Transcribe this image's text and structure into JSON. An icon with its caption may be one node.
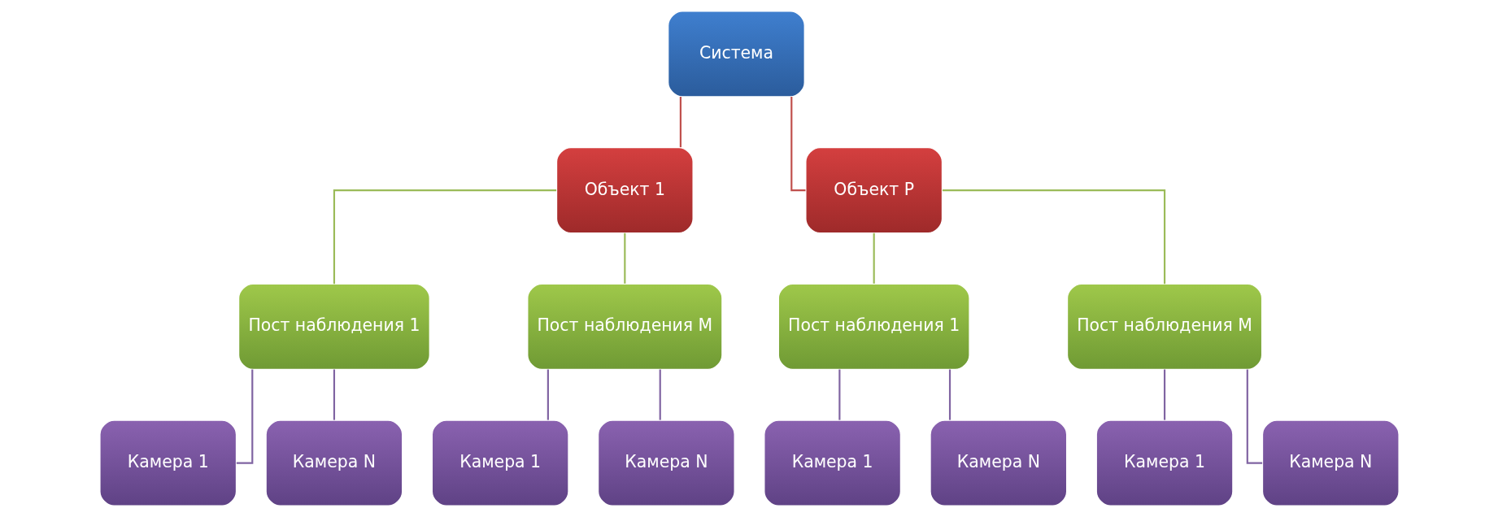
{
  "diagram": {
    "nodes": [
      {
        "text": [
          "Система"
        ]
      },
      {
        "text": [
          "Объект 1"
        ]
      },
      {
        "text": [
          "Объект P"
        ]
      },
      {
        "text": [
          "Пост наблюдения 1"
        ]
      },
      {
        "text": [
          "Пост наблюдения M"
        ]
      },
      {
        "text": [
          "Пост наблюдения 1"
        ]
      },
      {
        "text": [
          "Пост наблюдения M"
        ]
      },
      {
        "text": [
          "Камера 1"
        ]
      },
      {
        "text": [
          "Камера N"
        ]
      },
      {
        "text": [
          "Камера 1"
        ]
      },
      {
        "text": [
          "Камера N"
        ]
      },
      {
        "text": [
          "Камера 1"
        ]
      },
      {
        "text": [
          "Камера N"
        ]
      },
      {
        "text": [
          "Камера 1"
        ]
      },
      {
        "text": [
          "Камера N"
        ]
      }
    ],
    "edges": [
      {
        "from": 0,
        "to": 1,
        "arrow": "none",
        "color": "#c0504d"
      },
      {
        "from": 0,
        "to": 2,
        "arrow": "none",
        "color": "#c0504d"
      },
      {
        "from": 1,
        "to": 3,
        "arrow": "none",
        "color": "#9bbb59"
      },
      {
        "from": 1,
        "to": 4,
        "arrow": "none",
        "color": "#9bbb59"
      },
      {
        "from": 2,
        "to": 5,
        "arrow": "none",
        "color": "#9bbb59"
      },
      {
        "from": 2,
        "to": 6,
        "arrow": "none",
        "color": "#9bbb59"
      },
      {
        "from": 3,
        "to": 7,
        "arrow": "none"
      },
      {
        "from": 3,
        "to": 8,
        "arrow": "none"
      },
      {
        "from": 4,
        "to": 9,
        "arrow": "none"
      },
      {
        "from": 4,
        "to": 10,
        "arrow": "none"
      },
      {
        "from": 5,
        "to": 11,
        "arrow": "none"
      },
      {
        "from": 5,
        "to": 12,
        "arrow": "none"
      },
      {
        "from": 6,
        "to": 13,
        "arrow": "none"
      },
      {
        "from": 6,
        "to": 14,
        "arrow": "none"
      }
    ]
  }
}
